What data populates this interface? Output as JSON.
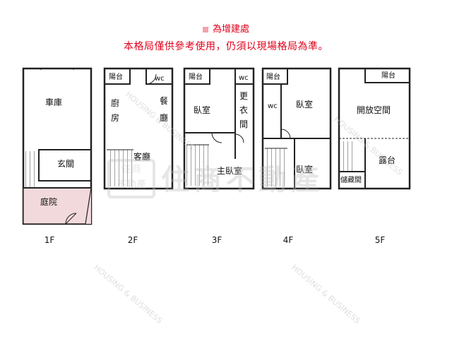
{
  "legend": {
    "label": "為增建處",
    "swatch_color": "#f2a3aa"
  },
  "note": "本格局僅供參考使用，仍須以現場格局為準。",
  "accent_color": "#e0001b",
  "floors": [
    {
      "label": "1F",
      "rooms": {
        "garage": "車庫",
        "foyer": "玄關",
        "courtyard": "庭院"
      }
    },
    {
      "label": "2F",
      "rooms": {
        "balcony": "陽台",
        "wc": "wc",
        "kitchen_1": "廚",
        "kitchen_2": "房",
        "dining_1": "餐",
        "dining_2": "廳",
        "living": "客廳"
      }
    },
    {
      "label": "3F",
      "rooms": {
        "balcony": "陽台",
        "wc": "wc",
        "bedroom": "臥室",
        "closet_1": "更",
        "closet_2": "衣",
        "closet_3": "間",
        "master": "主臥室"
      }
    },
    {
      "label": "4F",
      "rooms": {
        "balcony": "陽台",
        "wc": "wc",
        "bedroom_a": "臥室",
        "bedroom_b": "臥室"
      }
    },
    {
      "label": "5F",
      "rooms": {
        "balcony": "陽台",
        "open_space": "開放空間",
        "terrace": "露台",
        "storage": "儲藏間"
      }
    }
  ],
  "watermark": {
    "cn": "住商不動產",
    "en": "HOUSING & BUSINESS",
    "logo_1": "住商",
    "logo_2": "不動產"
  }
}
